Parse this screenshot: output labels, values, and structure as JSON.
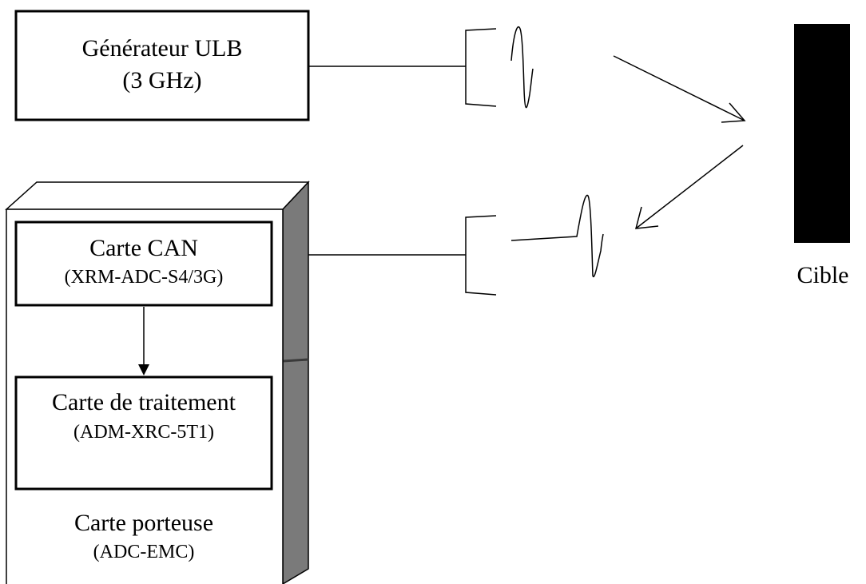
{
  "generator": {
    "title": "Générateur ULB",
    "subtitle": "(3 GHz)"
  },
  "adc_card": {
    "title": "Carte CAN",
    "subtitle": "(XRM-ADC-S4/3G)"
  },
  "processing_card": {
    "title": "Carte de traitement",
    "subtitle": "(ADM-XRC-5T1)"
  },
  "carrier_card": {
    "title": "Carte porteuse",
    "subtitle": "(ADC-EMC)"
  },
  "target": {
    "label": "Cible"
  },
  "colors": {
    "stroke": "#000000",
    "carrier_side": "#7a7a7a",
    "target_fill": "#000000",
    "background": "#ffffff"
  }
}
